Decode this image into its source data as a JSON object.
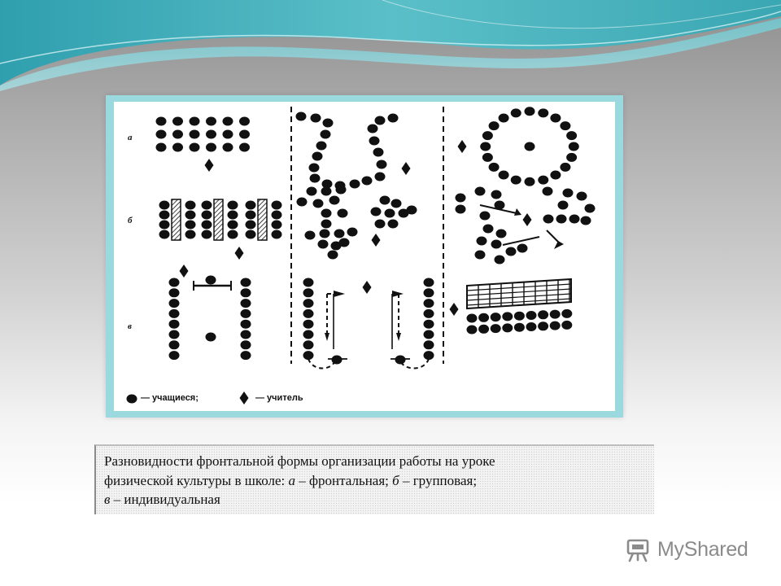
{
  "figure": {
    "row_labels": [
      "а",
      "б",
      "в"
    ],
    "legend": {
      "students_label": "— учащиеся;",
      "teacher_label": "— учитель"
    }
  },
  "caption": {
    "line1": "Разновидности фронтальной формы организации работы на уроке",
    "line2_prefix": "физической культуры в школе: ",
    "a_letter": "а",
    "a_text": " – фронтальная; ",
    "b_letter": "б",
    "b_text": " – групповая;",
    "v_letter": "в",
    "v_text": " – индивидуальная"
  },
  "watermark": {
    "text": "MyShared",
    "icon": "myshared-logo-icon"
  },
  "colors": {
    "frame": "#9ad9de",
    "wave_teal": "#3aa7b3",
    "ink": "#111111"
  }
}
